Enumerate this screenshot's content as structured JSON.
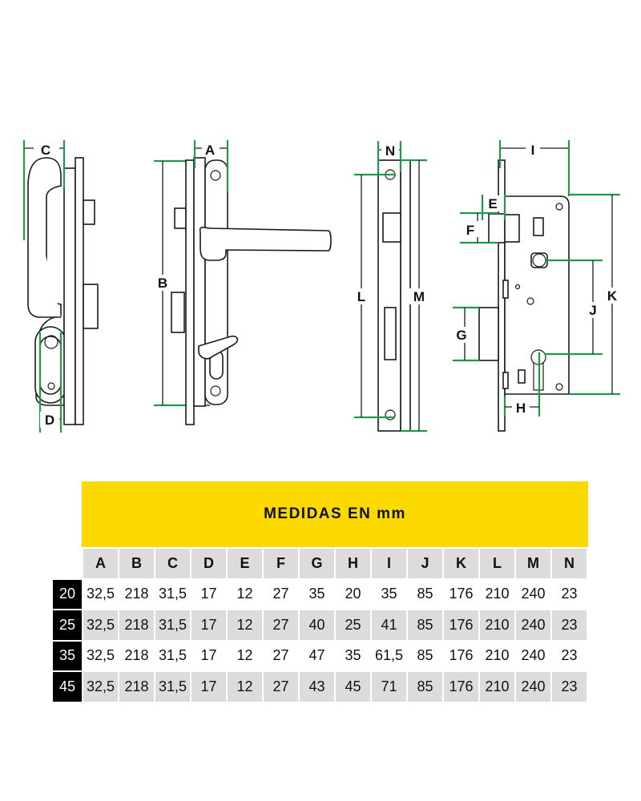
{
  "dimension_labels": {
    "C": "C",
    "D": "D",
    "A": "A",
    "B": "B",
    "N": "N",
    "L": "L",
    "M": "M",
    "I": "I",
    "E": "E",
    "F": "F",
    "G": "G",
    "H": "H",
    "J": "J",
    "K": "K"
  },
  "table": {
    "title": "MEDIDAS EN mm",
    "columns": [
      "A",
      "B",
      "C",
      "D",
      "E",
      "F",
      "G",
      "H",
      "I",
      "J",
      "K",
      "L",
      "M",
      "N"
    ],
    "rows": [
      {
        "label": "20",
        "values": [
          "32,5",
          "218",
          "31,5",
          "17",
          "12",
          "27",
          "35",
          "20",
          "35",
          "85",
          "176",
          "210",
          "240",
          "23"
        ]
      },
      {
        "label": "25",
        "values": [
          "32,5",
          "218",
          "31,5",
          "17",
          "12",
          "27",
          "40",
          "25",
          "41",
          "85",
          "176",
          "210",
          "240",
          "23"
        ]
      },
      {
        "label": "35",
        "values": [
          "32,5",
          "218",
          "31,5",
          "17",
          "12",
          "27",
          "47",
          "35",
          "61,5",
          "85",
          "176",
          "210",
          "240",
          "23"
        ]
      },
      {
        "label": "45",
        "values": [
          "32,5",
          "218",
          "31,5",
          "17",
          "12",
          "27",
          "43",
          "45",
          "71",
          "85",
          "176",
          "210",
          "240",
          "23"
        ]
      }
    ]
  },
  "colors": {
    "header_band": "#fcd900",
    "dimension_line": "#1d9a4c",
    "row_shade": "#dcdcdc",
    "row_label_bg": "#000000"
  }
}
